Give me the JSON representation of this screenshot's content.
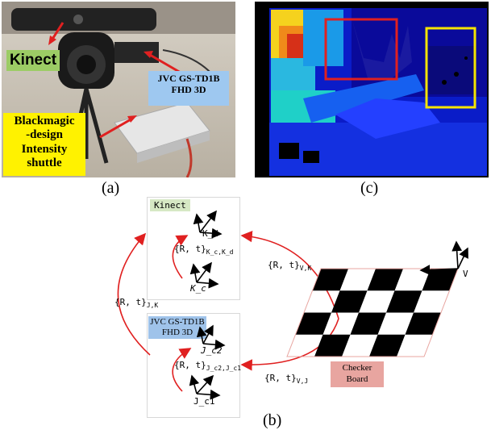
{
  "panels": {
    "a_label": "(a)",
    "b_label": "(b)",
    "c_label": "(c)"
  },
  "photo": {
    "kinect_tag": "Kinect",
    "jvc_tag_line1": "JVC GS-TD1B",
    "jvc_tag_line2": "FHD 3D",
    "bm_tag_line1": "Blackmagic",
    "bm_tag_line2": "-design",
    "bm_tag_line3": "Intensity",
    "bm_tag_line4": "shuttle"
  },
  "diagram": {
    "kinect_box_title": "Kinect",
    "kinect_axis_top": "K_d",
    "kinect_axis_bottom": "K_c",
    "kinect_transform": "{R, t}",
    "kinect_transform_sub": "K_c,K_d",
    "jvc_box_title_line1": "JVC GS-TD1B",
    "jvc_box_title_line2": "FHD 3D",
    "jvc_axis_top": "J_c2",
    "jvc_axis_bottom": "J_c1",
    "jvc_transform": "{R, t}",
    "jvc_transform_sub": "J_c2,J_c1",
    "left_transform": "{R, t}",
    "left_transform_sub": "J,K",
    "vk_transform": "{R, t}",
    "vk_transform_sub": "V,K",
    "vj_transform": "{R, t}",
    "vj_transform_sub": "V,J",
    "board_axis": "V",
    "board_line1": "Checker",
    "board_line2": "Board"
  },
  "colors": {
    "kinect_tag_bg": "#9ccc65",
    "jvc_tag_bg": "#9ec8f0",
    "bm_tag_bg": "#fff200",
    "kinect_title_bg": "#d6e8c4",
    "jvc_title_bg": "#9fc3ea",
    "board_label_bg": "#e8a5a0",
    "arrow_red": "#e02020"
  }
}
